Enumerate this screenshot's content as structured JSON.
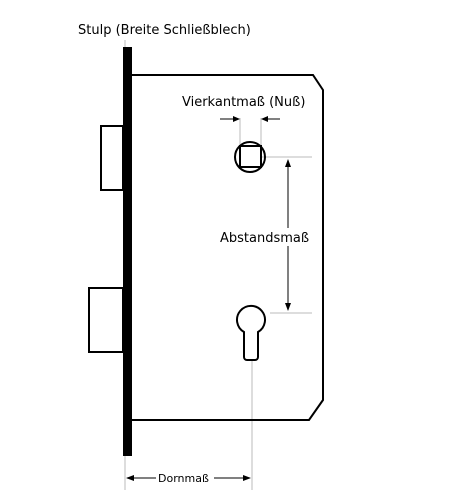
{
  "labels": {
    "stulp": "Stulp (Breite Schließblech)",
    "vierkant": "Vierkantmaß (Nuß)",
    "abstand": "Abstandsmaß",
    "dorn": "Dornmaß"
  },
  "colors": {
    "line": "#000000",
    "guide": "#bbbbbb",
    "background": "#ffffff"
  }
}
